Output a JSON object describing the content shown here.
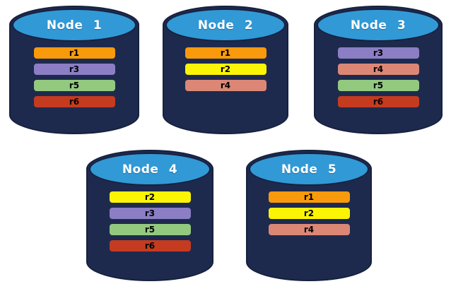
{
  "colors": {
    "cylinder_body": "#1E2A4D",
    "cylinder_top": "#3199D6",
    "cylinder_outline": "#16213F",
    "title_text": "#FFFFFF",
    "bar_text": "#000000",
    "background": "#FFFFFF",
    "replicas": {
      "r1": "#F89A0B",
      "r2": "#FBF505",
      "r3": "#8B7EC5",
      "r4": "#DC8776",
      "r5": "#93C97F",
      "r6": "#C43B20"
    }
  },
  "nodes": [
    {
      "label": "Node 1",
      "replicas": [
        "r1",
        "r3",
        "r5",
        "r6"
      ]
    },
    {
      "label": "Node 2",
      "replicas": [
        "r1",
        "r2",
        "r4"
      ]
    },
    {
      "label": "Node 3",
      "replicas": [
        "r3",
        "r4",
        "r5",
        "r6"
      ]
    },
    {
      "label": "Node 4",
      "replicas": [
        "r2",
        "r3",
        "r5",
        "r6"
      ]
    },
    {
      "label": "Node 5",
      "replicas": [
        "r1",
        "r2",
        "r4"
      ]
    }
  ]
}
